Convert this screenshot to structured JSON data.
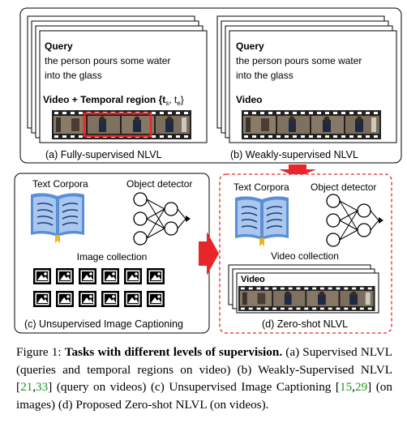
{
  "panel_a": {
    "query_title": "Query",
    "query_line1": "the person pours some water",
    "query_line2": "into the glass",
    "video_label": "Video + Temporal region {t",
    "sub_s": "s",
    "comma": ", t",
    "sub_e": "e",
    "close": "}",
    "label": "(a) Fully-supervised NLVL"
  },
  "panel_b": {
    "query_title": "Query",
    "query_line1": "the person pours some water",
    "query_line2": "into the glass",
    "video_label": "Video",
    "label": "(b) Weakly-supervised NLVL"
  },
  "panel_c": {
    "text_corpora": "Text Corpora",
    "object_detector": "Object detector",
    "image_collection": "Image collection",
    "label": "(c) Unsupervised Image Captioning"
  },
  "panel_d": {
    "text_corpora": "Text Corpora",
    "object_detector": "Object detector",
    "video_collection": "Video collection",
    "video_label": "Video",
    "label": "(d) Zero-shot NLVL"
  },
  "colors": {
    "highlight": "#e8262a",
    "book": "#5a8fd6",
    "bookmark": "#f3b21a",
    "dashed_border": "#e8262a"
  },
  "caption": {
    "figure_label": "Figure 1:",
    "bold": "Tasks with different levels of supervision.",
    "part1": "(a) Supervised NLVL (queries and temporal regions on video) (b) Weakly-Supervised NLVL [",
    "ref1": "21",
    "sep1": ",",
    "ref2": "33",
    "part2": "] (query on videos) (c) Unsupervised Image Captioning [",
    "ref3": "15",
    "sep2": ",",
    "ref4": "29",
    "part3": "] (on images) (d) Proposed Zero-shot NLVL (on videos)."
  }
}
